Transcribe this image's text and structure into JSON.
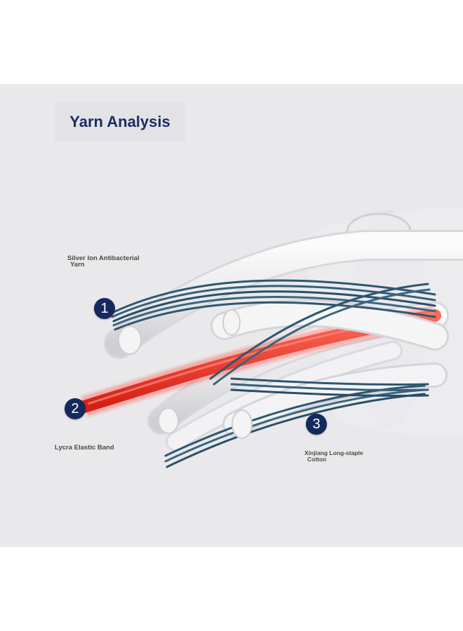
{
  "title": "Yarn Analysis",
  "labels": {
    "silver_ion_line1": "Silver Ion Antibacterial",
    "silver_ion_line2": "Yarn",
    "lycra": "Lycra Elastic Band",
    "cotton_line1": "Xinjiang Long-staple",
    "cotton_line2": "Cotton"
  },
  "badges": [
    "1",
    "2",
    "3"
  ],
  "colors": {
    "background": "#e9e9eb",
    "title": "#1c2d63",
    "badge": "#152a5c",
    "blue_fiber": "#2f5670",
    "red_fiber": "#e53a2c",
    "white_fiber": "#f4f4f5"
  }
}
